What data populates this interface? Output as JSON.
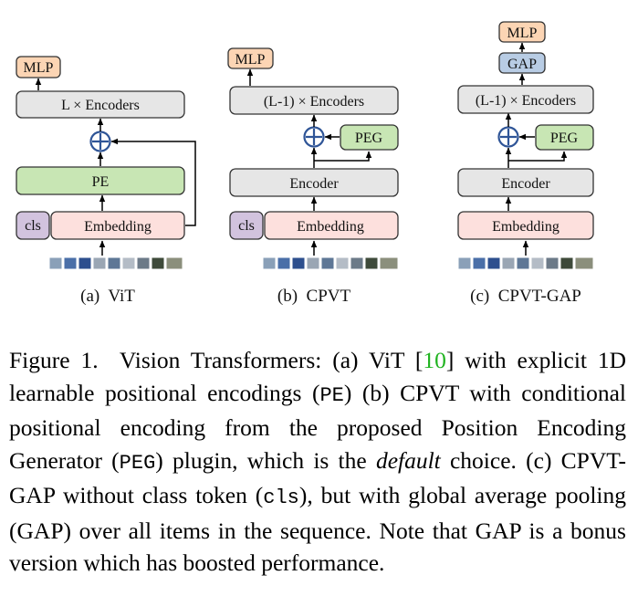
{
  "panels": [
    {
      "caption": "(a)  ViT",
      "mlp": "MLP",
      "encoders": "L × Encoders",
      "pe": "PE",
      "cls": "cls",
      "embedding": "Embedding"
    },
    {
      "caption": "(b)  CPVT",
      "mlp": "MLP",
      "encoders": "(L-1) × Encoders",
      "peg": "PEG",
      "encoder": "Encoder",
      "cls": "cls",
      "embedding": "Embedding"
    },
    {
      "caption": "(c)  CPVT-GAP",
      "mlp": "MLP",
      "gap": "GAP",
      "encoders": "(L-1) × Encoders",
      "peg": "PEG",
      "encoder": "Encoder",
      "embedding": "Embedding"
    }
  ],
  "caption": {
    "label": "Figure 1.",
    "p1": "Vision Transformers: (a) ViT [",
    "ref": "10",
    "p2": "] with explicit 1D learnable positional encodings (",
    "pe": "PE",
    "p3": ") (b) CPVT with conditional positional encoding from the proposed Position Encoding Generator (",
    "peg": "PEG",
    "p4": ") plugin, which is the ",
    "em": "default",
    "p5": " choice. (c) CPVT-GAP without class token (",
    "cls": "cls",
    "p6": "), but with global average pooling (GAP) over all items in the sequence.  Note that GAP is a bonus version which has boosted performance."
  },
  "colors": {
    "mlp": "#fcd5b4",
    "gray_box": "#e6e6e6",
    "pe_green": "#c8e6b4",
    "cls_purple": "#d2c3de",
    "embedding_pink": "#fde0dd",
    "gap_blue": "#b8cce4",
    "plus_blue": "#2f5597",
    "citation_green": "#1fb31f"
  }
}
